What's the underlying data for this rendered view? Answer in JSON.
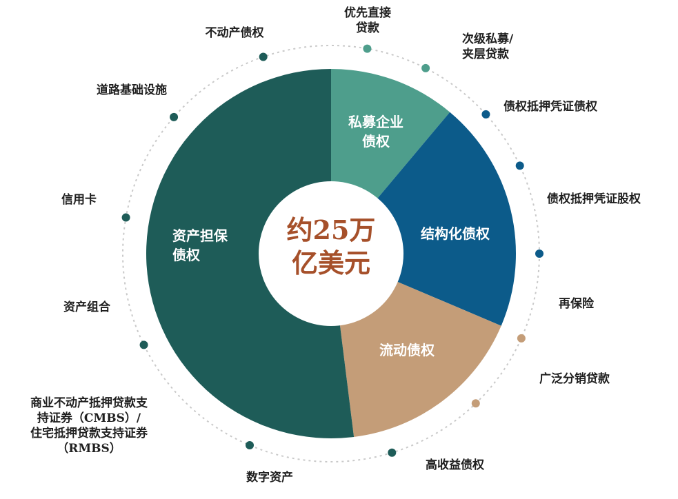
{
  "center": {
    "line1": "约25万",
    "line2": "亿美元",
    "color": "#a6502a"
  },
  "segments": [
    {
      "id": "private",
      "line1": "私募企业",
      "line2": "债权",
      "value": 0.1111,
      "color": "#4e9e8c"
    },
    {
      "id": "structured",
      "line1": "结构化债权",
      "line2": "",
      "value": 0.2028,
      "color": "#0c5b8a"
    },
    {
      "id": "liquid",
      "line1": "流动债权",
      "line2": "",
      "value": 0.1664,
      "color": "#c49d78"
    },
    {
      "id": "asset",
      "line1": "资产担保",
      "line2": "债权",
      "value": 0.5197,
      "color": "#1e5c58"
    }
  ],
  "outer_labels": [
    {
      "id": "direct-lending",
      "lines": [
        "优先直接",
        "贷款"
      ],
      "color": "#4e9e8c"
    },
    {
      "id": "mezzanine",
      "lines": [
        "次级私募/",
        "夹层贷款"
      ],
      "color": "#4e9e8c"
    },
    {
      "id": "mbs-debt",
      "lines": [
        "债权抵押凭证债权"
      ],
      "color": "#0c5b8a"
    },
    {
      "id": "mbs-equity",
      "lines": [
        "债权抵押凭证股权"
      ],
      "color": "#0c5b8a"
    },
    {
      "id": "reinsurance",
      "lines": [
        "再保险"
      ],
      "color": "#0c5b8a"
    },
    {
      "id": "broadly-syndicated",
      "lines": [
        "广泛分销贷款"
      ],
      "color": "#c49d78"
    },
    {
      "id": "high-yield",
      "lines": [
        "高收益债权"
      ],
      "color": "#c49d78"
    },
    {
      "id": "digital-assets",
      "lines": [
        "数字资产"
      ],
      "color": "#1e5c58"
    },
    {
      "id": "cmbs-rmbs",
      "lines": [
        "商业不动产抵押贷款支",
        "持证券（CMBS）/",
        "住宅抵押贷款支持证券",
        "（RMBS）"
      ],
      "color": "#1e5c58"
    },
    {
      "id": "portfolio",
      "lines": [
        "资产组合"
      ],
      "color": "#1e5c58"
    },
    {
      "id": "credit-card",
      "lines": [
        "信用卡"
      ],
      "color": "#1e5c58"
    },
    {
      "id": "infrastructure",
      "lines": [
        "道路基础设施"
      ],
      "color": "#1e5c58"
    },
    {
      "id": "real-estate",
      "lines": [
        "不动产债权"
      ],
      "color": "#1e5c58"
    }
  ],
  "dashed_ring_color": "#c9c9c9"
}
